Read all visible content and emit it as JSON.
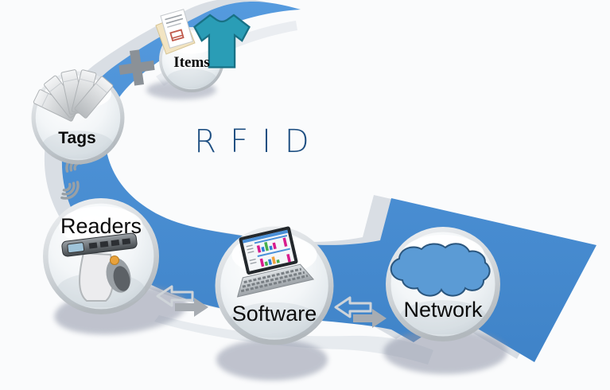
{
  "title": {
    "text": "RFID",
    "color": "#1e4f82"
  },
  "background": "#fafbfc",
  "swoosh": {
    "color": "#4a8ed5",
    "secondary_color": "#d9dee4",
    "shape": "curved-arrow-ribbon"
  },
  "nodes": [
    {
      "id": "items",
      "label": "Items",
      "icon": "clothes-and-documents-icon"
    },
    {
      "id": "tags",
      "label": "Tags",
      "icon": "rfid-tags-fan-icon"
    },
    {
      "id": "readers",
      "label": "Readers",
      "icon": "handheld-reader-icon"
    },
    {
      "id": "software",
      "label": "Software",
      "icon": "laptop-charts-icon"
    },
    {
      "id": "network",
      "label": "Network",
      "icon": "cloud-icon"
    }
  ],
  "connectors": [
    {
      "between": "tags-items",
      "symbol": "plus-icon"
    },
    {
      "between": "tags-readers",
      "symbol": "radio-waves-icon"
    },
    {
      "between": "readers-software",
      "symbol": "exchange-arrows-icon"
    },
    {
      "between": "software-network",
      "symbol": "exchange-arrows-icon"
    }
  ],
  "colors": {
    "cloud_fill": "#5b9bd5",
    "cloud_outline": "#2a567e",
    "tag_fill": "#d9dcdf",
    "gray_icon": "#98a0a6",
    "shadow": "#8f95a8",
    "tshirt": "#2a9db6"
  }
}
